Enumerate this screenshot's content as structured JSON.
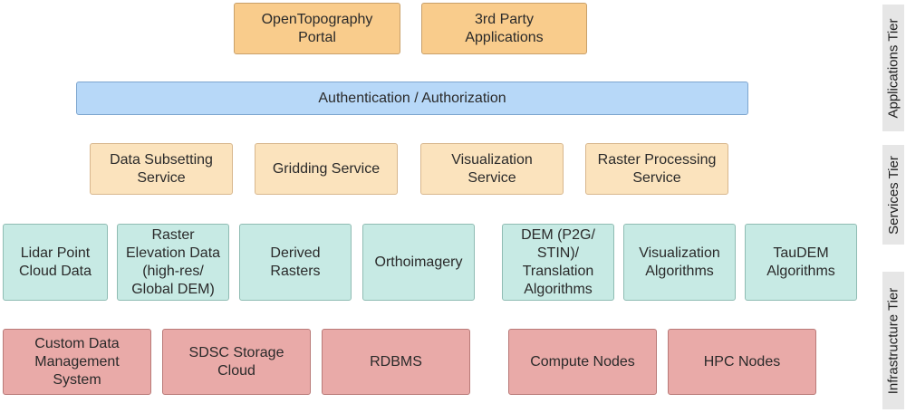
{
  "applications": [
    "OpenTopography\nPortal",
    "3rd Party\nApplications"
  ],
  "auth": "Authentication / Authorization",
  "services": [
    "Data Subsetting\nService",
    "Gridding Service",
    "Visualization\nService",
    "Raster Processing\nService"
  ],
  "data_layer": [
    "Lidar Point\nCloud Data",
    "Raster\nElevation Data\n(high-res/\nGlobal DEM)",
    "Derived\nRasters",
    "Orthoimagery",
    "DEM (P2G/\nSTIN)/\nTranslation\nAlgorithms",
    "Visualization\nAlgorithms",
    "TauDEM\nAlgorithms"
  ],
  "infrastructure": [
    "Custom Data\nManagement\nSystem",
    "SDSC Storage\nCloud",
    "RDBMS",
    "Compute Nodes",
    "HPC Nodes"
  ],
  "tiers": {
    "applications": "Applications Tier",
    "services": "Services Tier",
    "infrastructure": "Infrastructure Tier"
  },
  "colors": {
    "applications": "#f9cc8c",
    "auth": "#b7d8f8",
    "services": "#fbe3bd",
    "data_layer": "#c7eae4",
    "infrastructure": "#e9aaa8"
  }
}
